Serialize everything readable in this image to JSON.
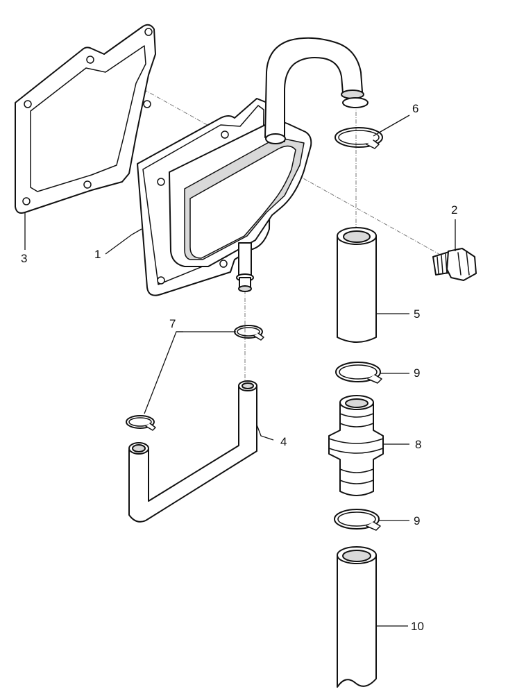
{
  "callouts": {
    "c1": "1",
    "c2": "2",
    "c3": "3",
    "c4": "4",
    "c5": "5",
    "c6": "6",
    "c7": "7",
    "c8": "8",
    "c9a": "9",
    "c9b": "9",
    "c10": "10"
  },
  "colors": {
    "line": "#111111",
    "shade": "#d9d9d9",
    "centerline": "#777777"
  }
}
